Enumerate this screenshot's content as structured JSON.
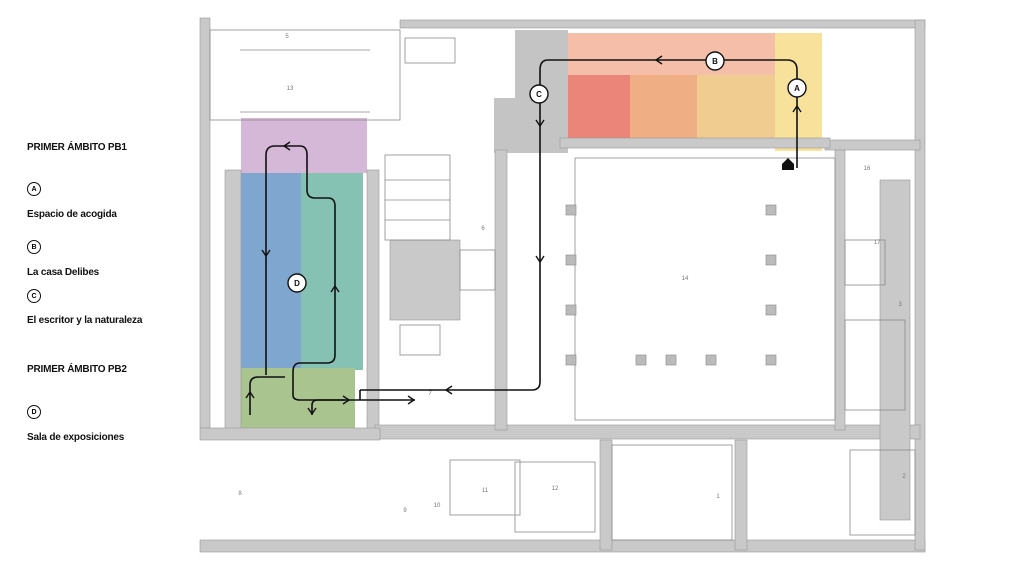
{
  "legend": {
    "sections": [
      {
        "heading": "PRIMER ÁMBITO PB1",
        "items": [
          {
            "marker": "A",
            "label": "Espacio de acogida"
          },
          {
            "marker": "B",
            "label": "La casa Delibes"
          },
          {
            "marker": "C",
            "label": "El escritor y la naturaleza"
          }
        ]
      },
      {
        "heading": "PRIMER ÁMBITO PB2",
        "items": [
          {
            "marker": "D",
            "label": "Sala de exposiciones"
          }
        ]
      }
    ]
  },
  "plan": {
    "zone_markers": [
      "A",
      "B",
      "C",
      "D"
    ],
    "zone_colors": {
      "A": "#f6dc8a",
      "B_corridor": "#f3b7a0",
      "B_room1": "#e9786a",
      "B_room2": "#eea577",
      "B_room3": "#efc785",
      "C": "#c4c4c4",
      "D_purple": "#d5b8d8",
      "D_blue": "#7fa6cf",
      "D_teal": "#86c2b4",
      "D_green": "#a9c48e"
    },
    "room_numbers": [
      "5",
      "13",
      "6",
      "14",
      "16",
      "17",
      "3",
      "7",
      "8",
      "9",
      "10",
      "11",
      "12",
      "1",
      "2"
    ],
    "entrance_icon": "house-entrance-icon"
  }
}
